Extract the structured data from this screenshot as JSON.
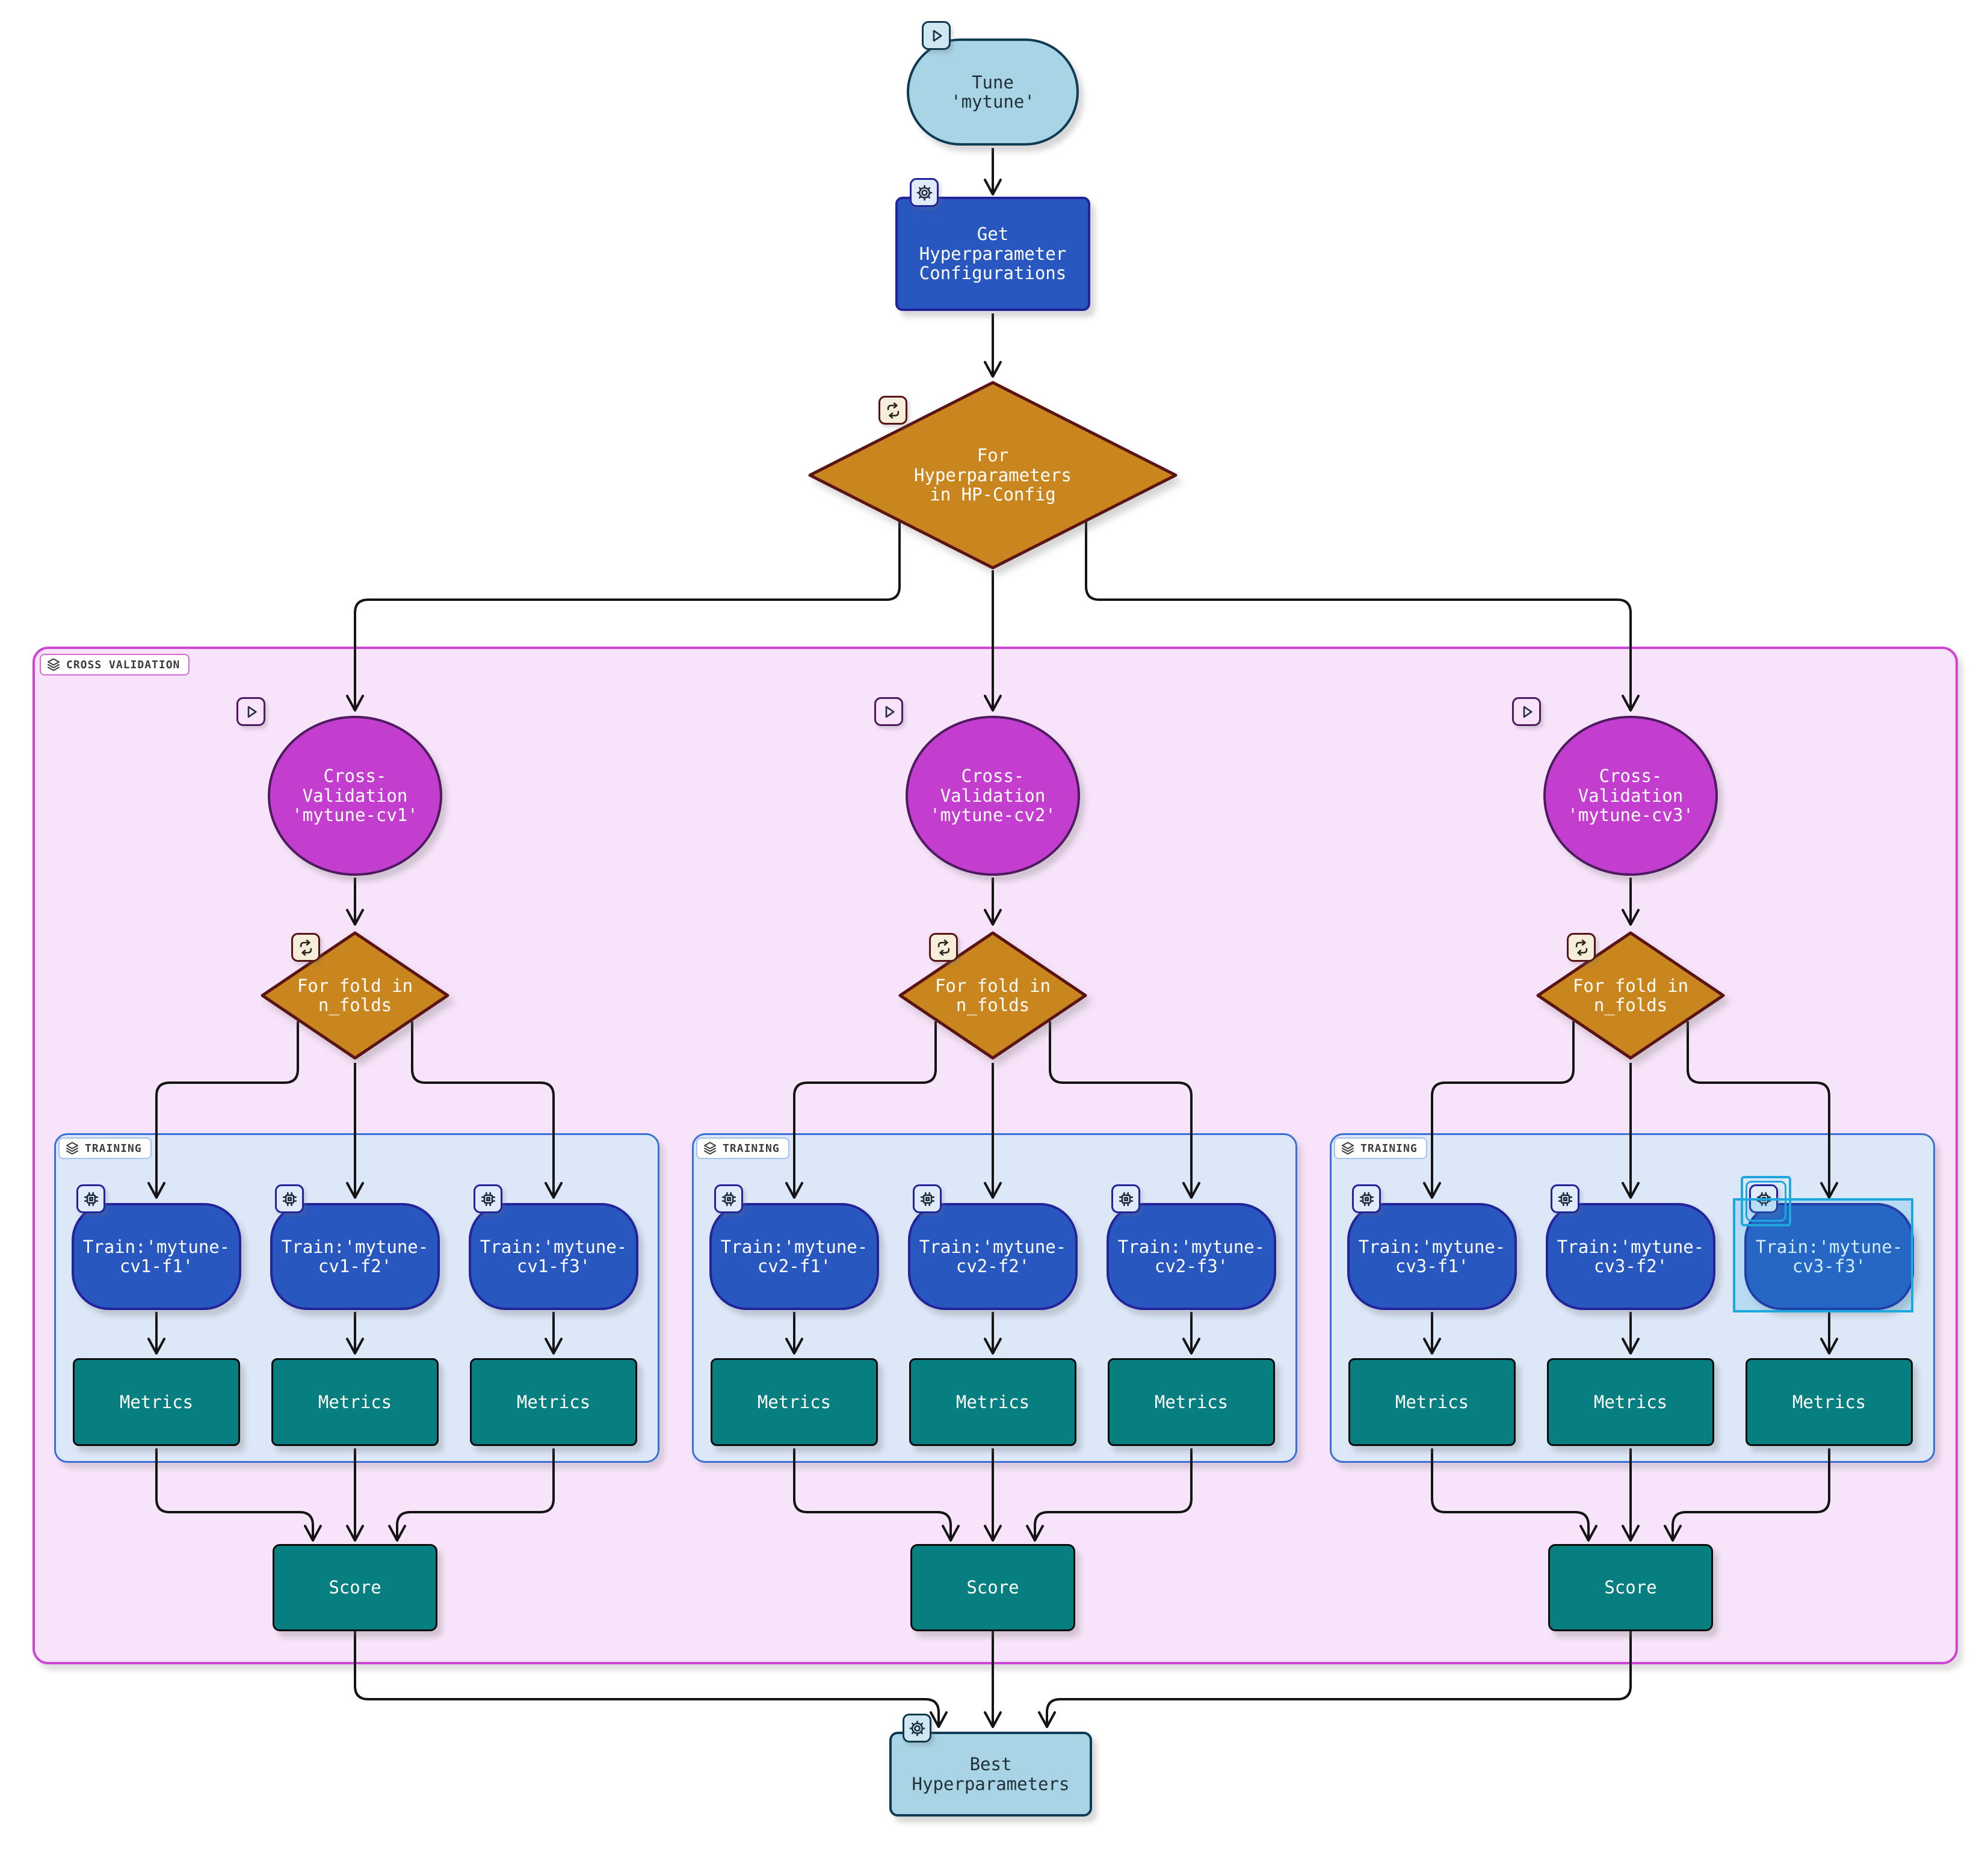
{
  "nodes": {
    "tune": "Tune\n'mytune'",
    "get_config": "Get\nHyperparameter\nConfigurations",
    "hp_loop": "For\nHyperparameters\nin HP-Config",
    "best": "Best\nHyperparameters"
  },
  "groups": {
    "cross_validation": "CROSS VALIDATION",
    "training": "TRAINING"
  },
  "columns": [
    {
      "cv": "Cross-\nValidation\n'mytune-cv1'",
      "fold_loop": "For fold in\nn_folds",
      "trains": [
        "Train:'mytune-\ncv1-f1'",
        "Train:'mytune-\ncv1-f2'",
        "Train:'mytune-\ncv1-f3'"
      ],
      "metrics": [
        "Metrics",
        "Metrics",
        "Metrics"
      ],
      "score": "Score"
    },
    {
      "cv": "Cross-\nValidation\n'mytune-cv2'",
      "fold_loop": "For fold in\nn_folds",
      "trains": [
        "Train:'mytune-\ncv2-f1'",
        "Train:'mytune-\ncv2-f2'",
        "Train:'mytune-\ncv2-f3'"
      ],
      "metrics": [
        "Metrics",
        "Metrics",
        "Metrics"
      ],
      "score": "Score"
    },
    {
      "cv": "Cross-\nValidation\n'mytune-cv3'",
      "fold_loop": "For fold in\nn_folds",
      "trains": [
        "Train:'mytune-\ncv3-f1'",
        "Train:'mytune-\ncv3-f2'",
        "Train:'mytune-\ncv3-f3'"
      ],
      "metrics": [
        "Metrics",
        "Metrics",
        "Metrics"
      ],
      "score": "Score"
    }
  ],
  "colors": {
    "process_blue": "#2857c0",
    "loop_orange": "#c9861e",
    "cv_magenta": "#c33ecf",
    "metric_teal": "#077f80",
    "terminal_light_blue": "#a9d4e5",
    "cv_group_fill": "#f8e4fa",
    "cv_group_border": "#cf46d4",
    "training_fill": "#dce8f8",
    "training_border": "#3a70d6",
    "selection_highlight": "#1fa7e0",
    "edge": "#141414"
  }
}
